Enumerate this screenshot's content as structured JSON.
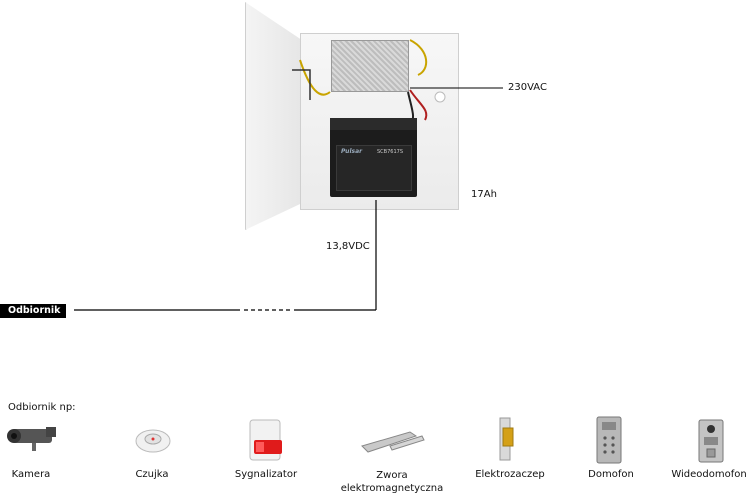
{
  "labels": {
    "ac_input": "230VAC",
    "battery_capacity": "17Ah",
    "dc_output": "13,8VDC",
    "receiver_tag": "Odbiornik",
    "examples_title": "Odbiornik np:"
  },
  "battery": {
    "brand": "Pulsar",
    "model": "SCB7617S"
  },
  "devices": [
    {
      "icon": "camera-icon",
      "label": "Kamera"
    },
    {
      "icon": "smoke-detector-icon",
      "label": "Czujka"
    },
    {
      "icon": "siren-icon",
      "label": "Sygnalizator"
    },
    {
      "icon": "magnetic-lock-icon",
      "label": "Zwora elektromagnetyczna"
    },
    {
      "icon": "door-strike-icon",
      "label": "Elektrozaczep"
    },
    {
      "icon": "door-intercom-icon",
      "label": "Domofon"
    },
    {
      "icon": "video-intercom-icon",
      "label": "Wideodomofon"
    }
  ]
}
